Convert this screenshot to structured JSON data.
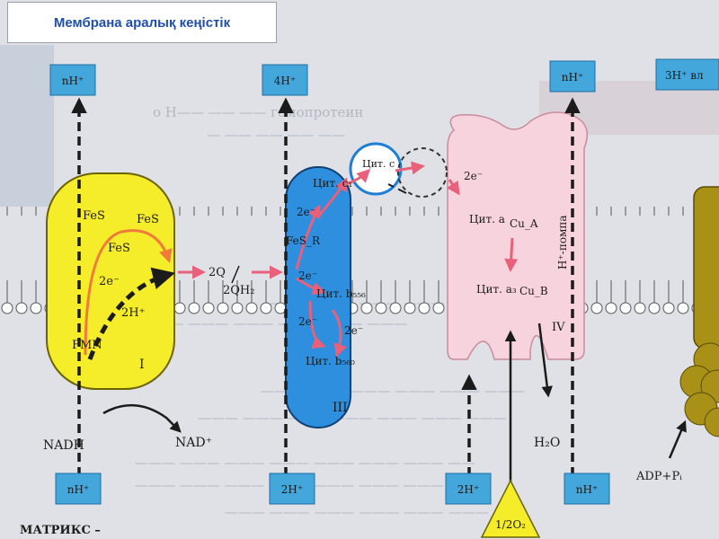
{
  "title": "Мембрана аралық кеңістік",
  "proton_boxes": {
    "top_1": "nH⁺",
    "top_2": "4H⁺",
    "top_3": "nH⁺",
    "top_4": "3H⁺ вл",
    "bottom_1": "nH⁺",
    "bottom_2": "2H⁺",
    "bottom_3": "2H⁺",
    "bottom_4": "nH⁺"
  },
  "complex_1": {
    "fes_1": "FeS",
    "fes_2": "FeS",
    "fes_3": "FeS",
    "electrons": "2e⁻",
    "protons": "2H⁺",
    "fmn": "FMN",
    "numeral": "I"
  },
  "quinone": {
    "q": "2Q",
    "qh2": "2QH₂"
  },
  "complex_3": {
    "cyt_c1": "Цит. c₁",
    "e1": "2e⁻",
    "fesr": "FeS_R",
    "e2": "2e⁻",
    "cyt_b556": "Цит. b₅₅₆",
    "e3": "2e⁻",
    "e4": "2e⁻",
    "cyt_b560": "Цит. b₅₆₀",
    "numeral": "III"
  },
  "cytochrome_c": "Цит. c",
  "complex_4": {
    "electrons": "2e⁻",
    "cyt_a": "Цит. a",
    "cua": "Cu_A",
    "cyt_a3": "Цит. a₃",
    "cub": "Cu_B",
    "numeral": "IV",
    "pump": "H⁺-помпа"
  },
  "substrates": {
    "nadh": "NADH",
    "nad": "NAD⁺",
    "water": "H₂O",
    "oxygen": "1/2O₂",
    "adp": "ADP+Pᵢ"
  },
  "matrix_label": "МАТРИКС –"
}
